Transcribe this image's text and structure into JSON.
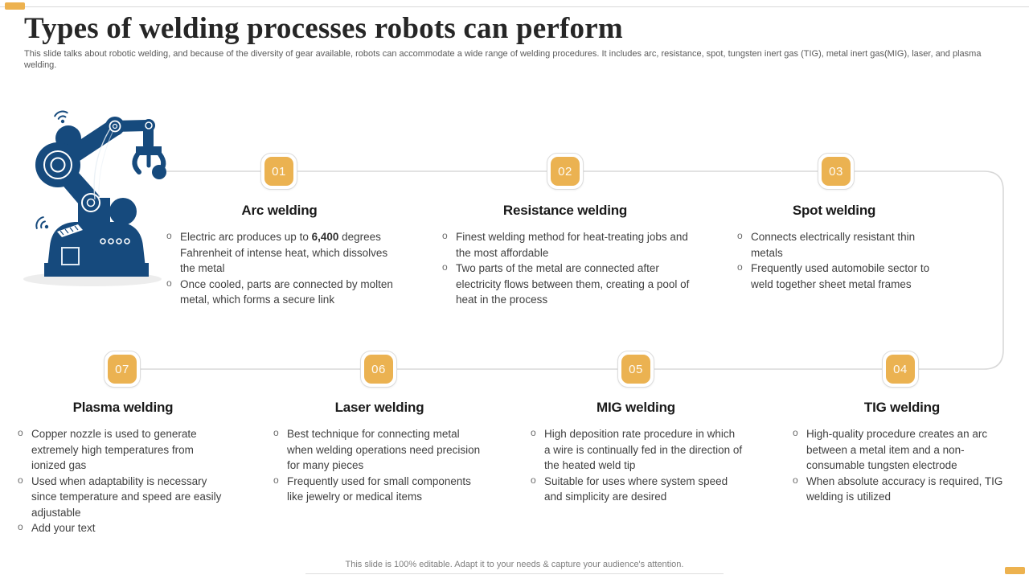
{
  "slide": {
    "title": "Types of welding processes robots can perform",
    "subtitle": "This slide talks about robotic welding, and because of the diversity of gear available, robots can accommodate a wide range of welding procedures. It includes arc, resistance, spot, tungsten inert gas (TIG), metal inert gas(MIG), laser, and plasma welding.",
    "footer": "This slide is 100% editable. Adapt it to your needs & capture your audience's attention."
  },
  "colors": {
    "accent_orange": "#EBB251",
    "robot_navy": "#164A7D",
    "connector_gray": "#D8D8D8",
    "body_text": "#3F3F3F"
  },
  "icons": {
    "robot": "robot-arm-illustration",
    "wifi": "wifi-signal-icon"
  },
  "processes": [
    {
      "number": "01",
      "name": "Arc welding",
      "bold_term": "6,400",
      "bullets": [
        "Electric arc produces up to 6,400 degrees Fahrenheit of intense heat, which dissolves the metal",
        "Once cooled, parts are connected by molten metal, which forms a secure link"
      ]
    },
    {
      "number": "02",
      "name": "Resistance welding",
      "bullets": [
        "Finest welding method for heat-treating jobs and the most affordable",
        "Two parts of the metal are connected after electricity flows between them, creating a pool of heat in the process"
      ]
    },
    {
      "number": "03",
      "name": "Spot welding",
      "bullets": [
        "Connects electrically resistant thin metals",
        "Frequently used automobile sector to weld together sheet metal frames"
      ]
    },
    {
      "number": "04",
      "name": "TIG welding",
      "bullets": [
        "High-quality procedure creates an arc between a metal item and a non-consumable tungsten electrode",
        "When absolute accuracy is required, TIG welding is utilized"
      ]
    },
    {
      "number": "05",
      "name": "MIG welding",
      "bullets": [
        "High deposition rate procedure in which a wire is continually fed in the direction of the heated weld tip",
        "Suitable for uses where system speed and simplicity are desired"
      ]
    },
    {
      "number": "06",
      "name": "Laser welding",
      "bullets": [
        "Best technique for connecting metal when welding operations need precision for many pieces",
        "Frequently used for small components like jewelry or medical items"
      ]
    },
    {
      "number": "07",
      "name": "Plasma welding",
      "bullets": [
        "Copper nozzle is used to generate extremely high temperatures from ionized gas",
        "Used when adaptability is necessary since temperature and speed are easily adjustable",
        "Add your text"
      ]
    }
  ]
}
